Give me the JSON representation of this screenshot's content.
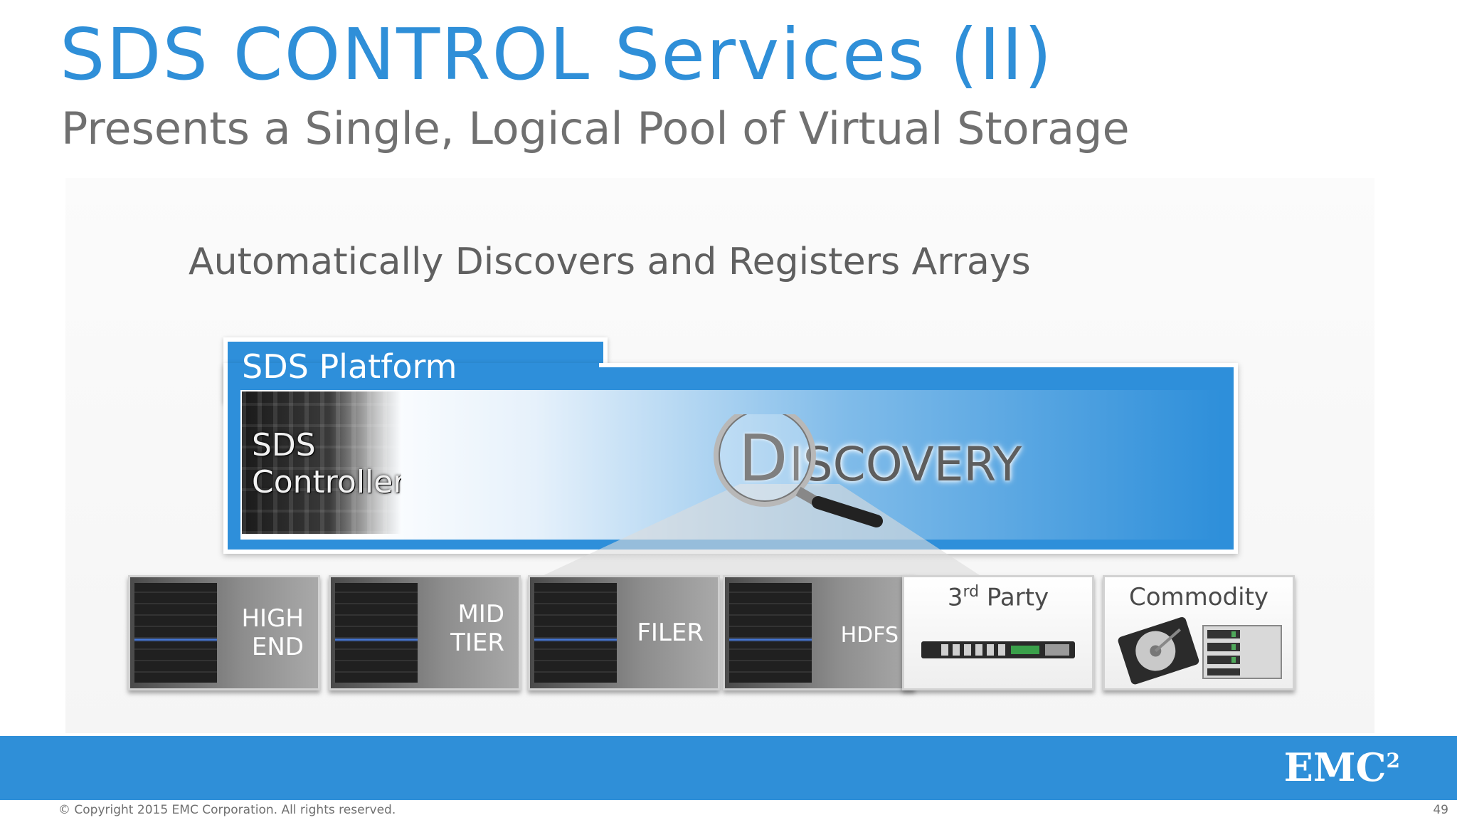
{
  "title": "SDS CONTROL Services (II)",
  "subtitle": "Presents a Single, Logical Pool of Virtual Storage",
  "tagline": "Automatically Discovers and Registers Arrays",
  "platform": {
    "label": "SDS Platform",
    "controller_line1": "SDS",
    "controller_line2": "Controller",
    "discovery_first": "D",
    "discovery_rest": "ISCOVERY"
  },
  "tiles": [
    {
      "line1": "HIGH",
      "line2": "END"
    },
    {
      "line1": "MID",
      "line2": "TIER"
    },
    {
      "line1": "FILER"
    },
    {
      "line1": "HDFS"
    },
    {
      "title": "3",
      "title_sup": "rd",
      "title_rest": " Party"
    },
    {
      "title": "Commodity"
    }
  ],
  "footer": {
    "logo": "EMC",
    "logo_sup": "2",
    "copyright": "© Copyright 2015 EMC Corporation. All rights reserved.",
    "page_number": "49"
  },
  "colors": {
    "accent": "#2f8fd8",
    "text_gray": "#707070"
  }
}
